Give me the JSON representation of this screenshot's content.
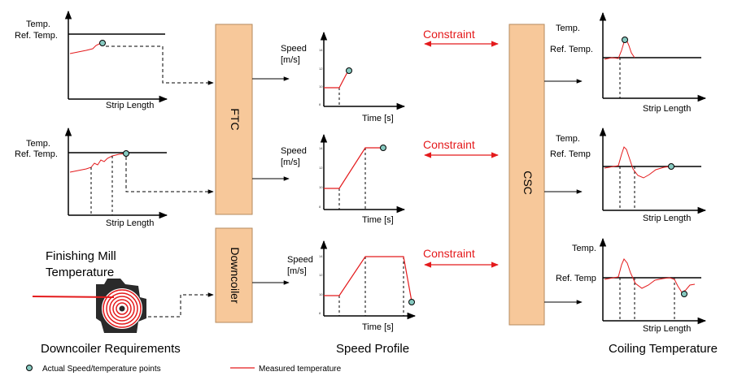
{
  "colors": {
    "box": "#f7c89a",
    "box_stroke": "#b58a5e",
    "constraint": "#e41a1c",
    "measured": "#e41a1c",
    "point": "#86c9c0"
  },
  "left": {
    "top_plot": {
      "y_label_1": "Temp.",
      "y_label_2": "Ref. Temp.",
      "x_label": "Strip Length"
    },
    "mid_plot": {
      "y_label_1": "Temp.",
      "y_label_2": "Ref. Temp.",
      "x_label": "Strip Length"
    },
    "mill_title_1": "Finishing Mill",
    "mill_title_2": "Temperature",
    "section_title": "Downcoiler Requirements"
  },
  "boxes": {
    "ftc": "FTC",
    "downcoiler": "Downcoiler",
    "csc": "CSC"
  },
  "speed": {
    "plots": [
      {
        "y_label_1": "Speed",
        "y_label_2": "[m/s]",
        "x_label": "Time [s]",
        "ticks": [
          "14",
          "12",
          "10",
          "8"
        ]
      },
      {
        "y_label_1": "Speed",
        "y_label_2": "[m/s]",
        "x_label": "Time [s]",
        "ticks": [
          "14",
          "12",
          "10",
          "8"
        ]
      },
      {
        "y_label_1": "Speed",
        "y_label_2": "[m/s]",
        "x_label": "Time [s]",
        "ticks": [
          "14",
          "12",
          "10",
          "8"
        ]
      }
    ],
    "section_title": "Speed Profile"
  },
  "constraints": [
    "Constraint",
    "Constraint",
    "Constraint"
  ],
  "coiling": {
    "plots": [
      {
        "y_label_1": "Temp.",
        "y_label_2": "Ref. Temp.",
        "x_label": "Strip Length"
      },
      {
        "y_label_1": "Temp.",
        "y_label_2": "Ref. Temp",
        "x_label": "Strip Length"
      },
      {
        "y_label_1": "Temp.",
        "y_label_2": "Ref. Temp",
        "x_label": "Strip Length"
      }
    ],
    "section_title": "Coiling Temperature"
  },
  "legend": {
    "point_label": "Actual Speed/temperature points",
    "line_label": "Measured temperature"
  }
}
